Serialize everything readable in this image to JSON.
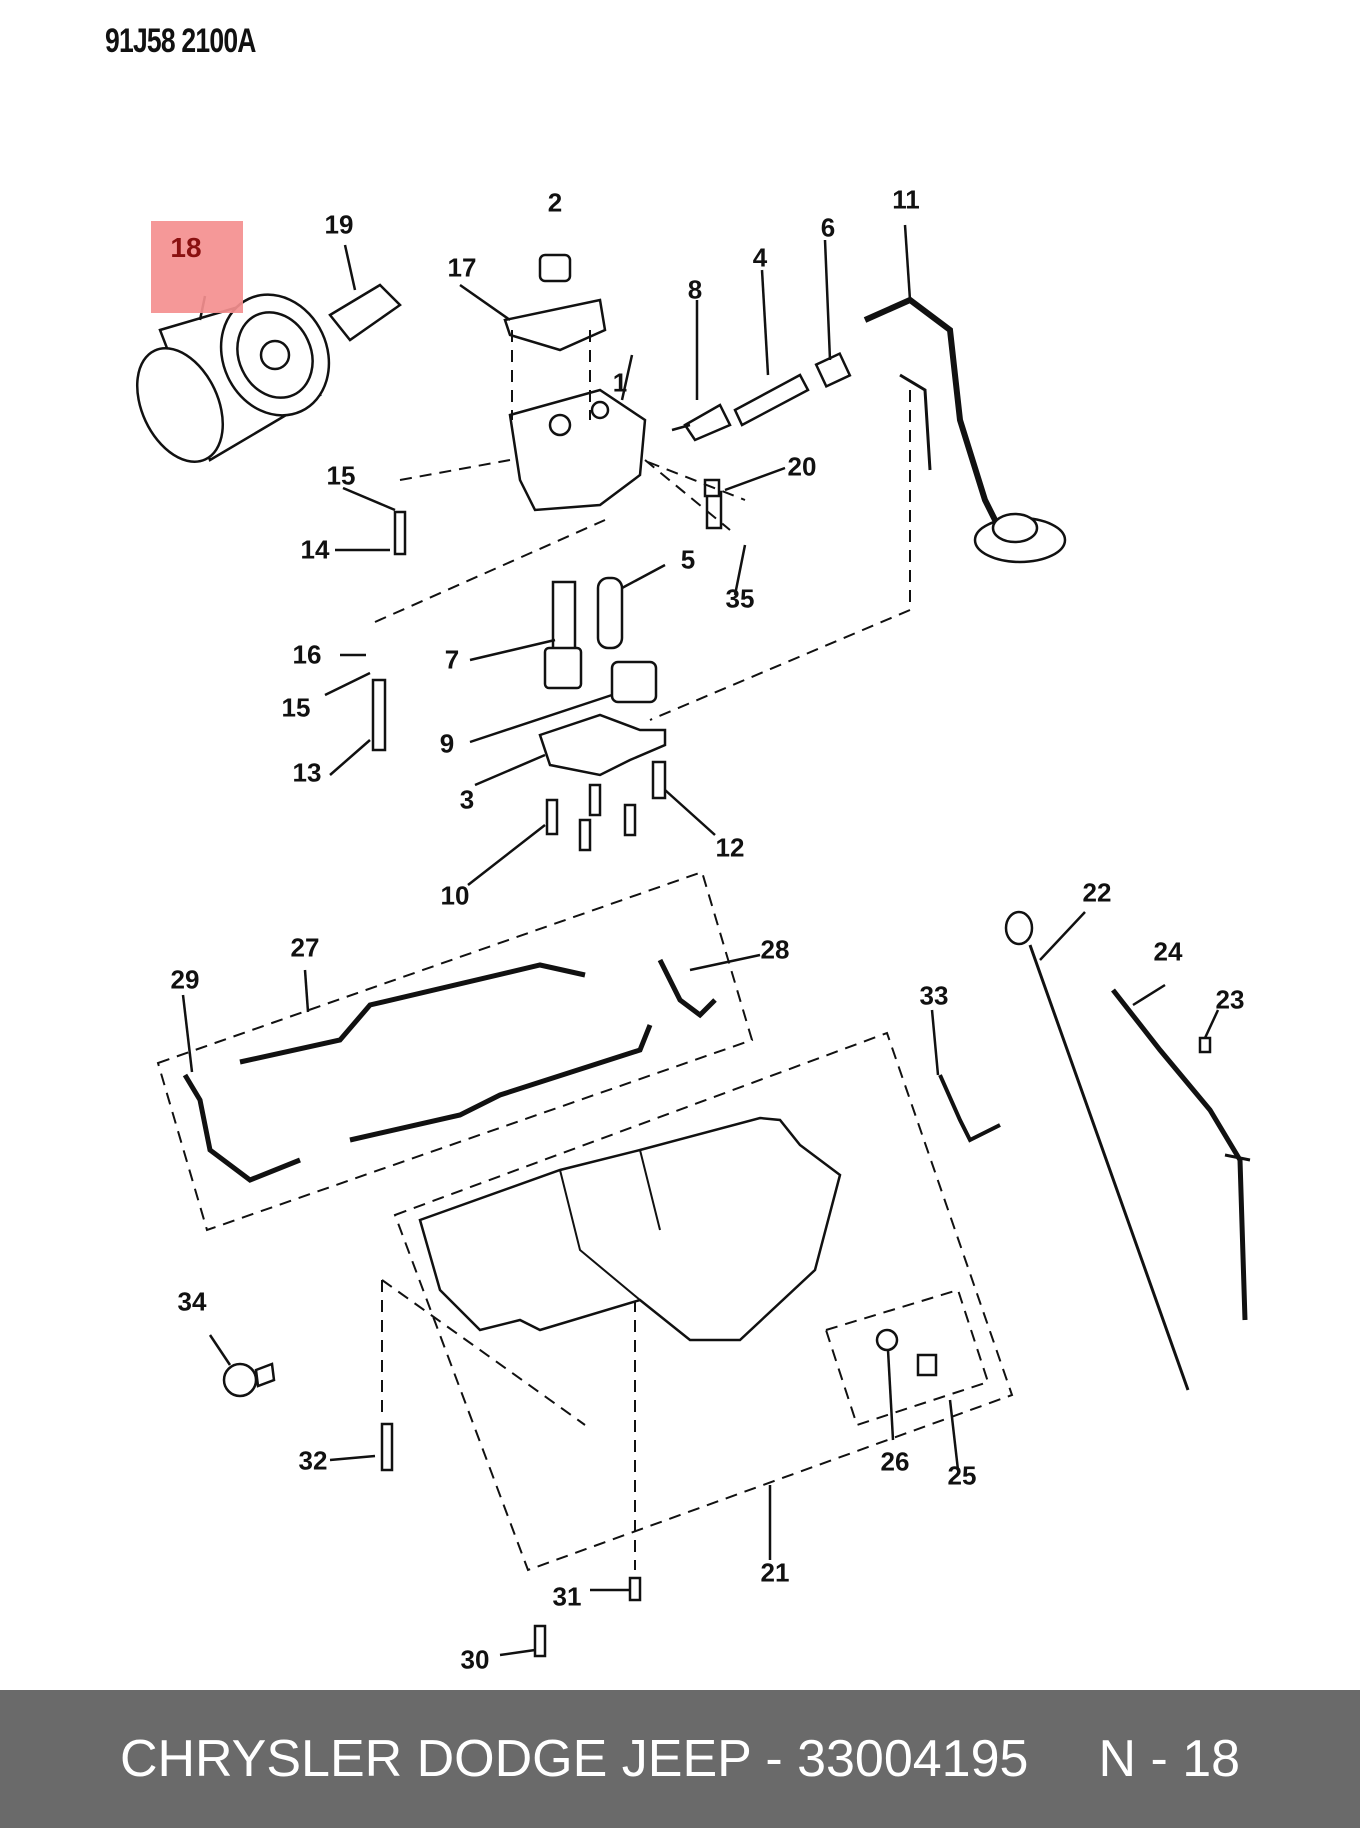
{
  "diagram_code": "91J58 2100A",
  "highlighted_part": "18",
  "callouts": [
    "1",
    "2",
    "3",
    "4",
    "5",
    "6",
    "7",
    "8",
    "9",
    "10",
    "11",
    "12",
    "13",
    "14",
    "15",
    "15",
    "16",
    "17",
    "18",
    "19",
    "20",
    "21",
    "22",
    "23",
    "24",
    "25",
    "26",
    "27",
    "28",
    "29",
    "30",
    "31",
    "32",
    "33",
    "34",
    "35"
  ],
  "footer": {
    "brand_part": "CHRYSLER DODGE JEEP - 33004195",
    "page_ref": "N - 18"
  },
  "colors": {
    "highlight": "#f48f8f",
    "footer_bg": "#6a6a6a",
    "footer_text": "#ffffff"
  }
}
